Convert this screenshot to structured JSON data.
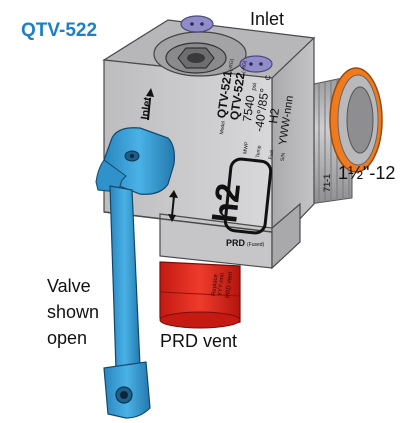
{
  "title": "QTV-522",
  "labels": {
    "inlet": "Inlet",
    "thread": "1½\"-12",
    "prd_vent": "PRD vent",
    "valve_line1": "Valve",
    "valve_line2": "shown",
    "valve_line3": "open"
  },
  "engraving": {
    "model_line1": "QTV-521",
    "model_line1_suffix": "(-RG)",
    "model_line2": "QTV-522",
    "model_line2_suffix": "(-RG)",
    "pressure": "7540",
    "pressure_unit": "psi",
    "temperature": "-40°/85°",
    "temperature_unit": "C",
    "gas": "H2",
    "date_code": "YWW-nnn",
    "model_prefix": "Model",
    "mwp_prefix": "MWP",
    "temp_prefix": "Temp",
    "fuel_prefix": "Fuel",
    "sn_prefix": "S/N",
    "inlet_mark": "Inlet",
    "brand_mark": "h2",
    "prd_mark": "PRD",
    "prd_suffix": "(Fused)",
    "prd_cap_line1": "Replace",
    "prd_cap_line2": "YYY-nnn",
    "prd_cap_line3": "PRD Vent",
    "fitting_mark": "71-1"
  },
  "colors": {
    "title_blue": "#1d7fc4",
    "body_gray": "#c9c9cb",
    "lever_blue": "#3aa0d8",
    "prd_red": "#e2231a",
    "seal_orange": "#f07a1e",
    "screw_purple": "#8f8cc9"
  }
}
